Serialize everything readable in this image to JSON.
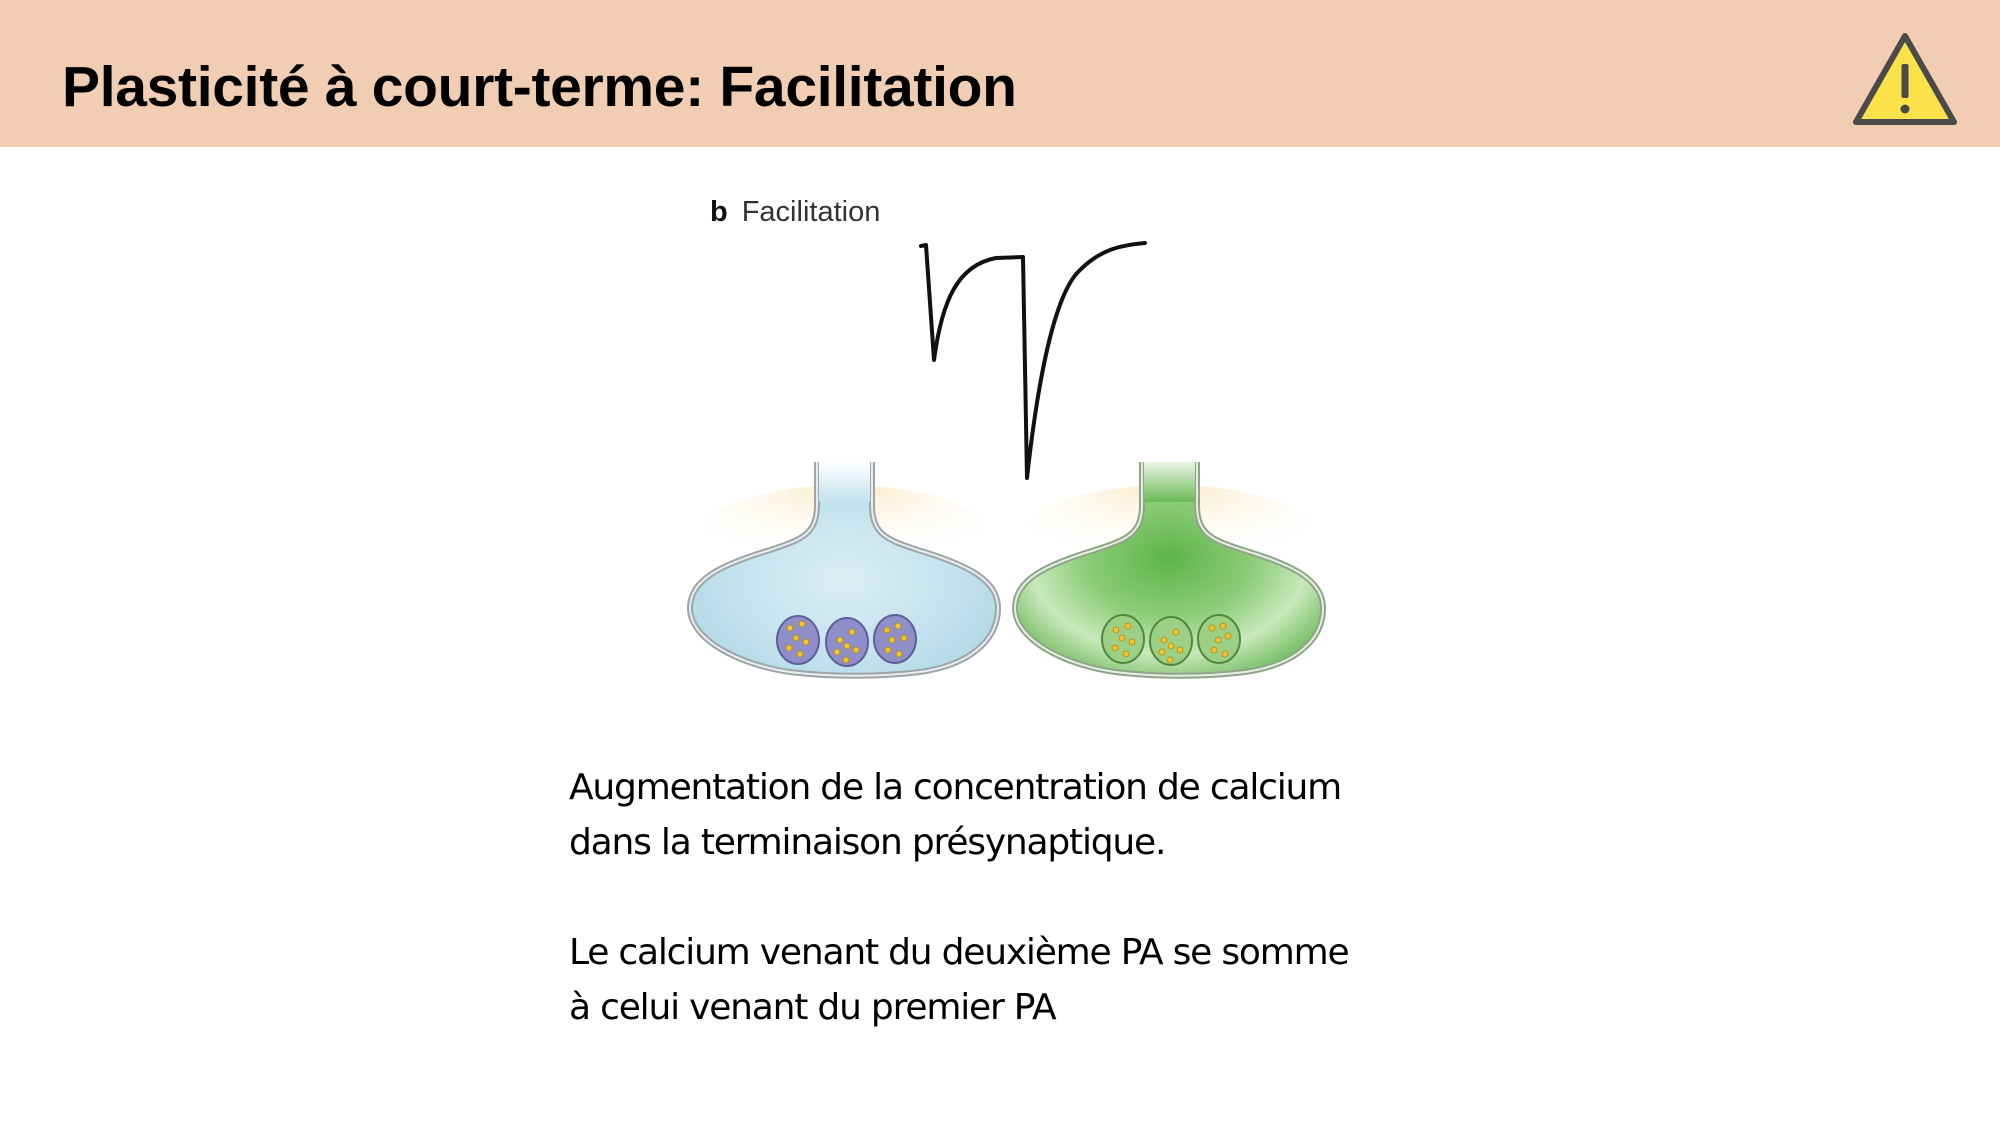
{
  "header": {
    "title": "Plasticité à court-terme: Facilitation",
    "background_color": "#f1cdb3",
    "icon": "warning-icon"
  },
  "figure": {
    "panel_letter": "b",
    "panel_title": "Facilitation",
    "trace": "two successive downward synaptic current deflections, second larger than first",
    "terminals": [
      {
        "name": "first-terminal",
        "fill": "#c5e3ee",
        "vesicle_fill": "#8f8fc8"
      },
      {
        "name": "second-terminal",
        "fill": "#7cc06a",
        "vesicle_fill": "#9ccf82"
      }
    ]
  },
  "body": {
    "paragraph_1_line_1": "Augmentation de la concentration de calcium",
    "paragraph_1_line_2": "dans la terminaison présynaptique.",
    "paragraph_2_line_1": "Le calcium venant du deuxième PA se somme",
    "paragraph_2_line_2": "à celui venant du premier PA"
  }
}
